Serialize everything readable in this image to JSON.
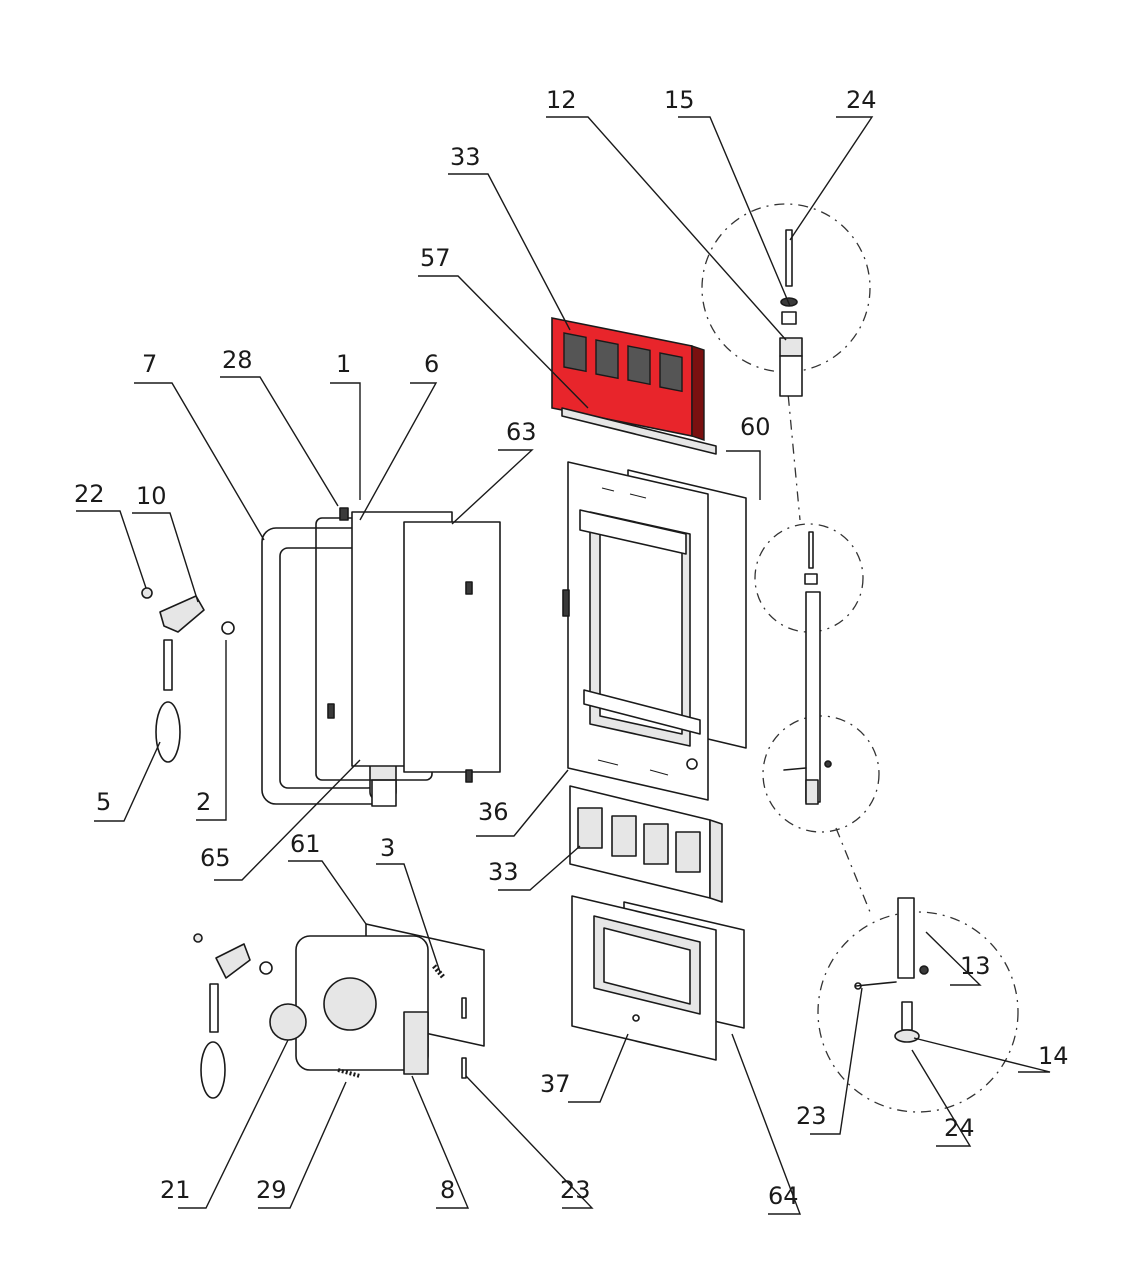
{
  "diagram": {
    "highlight_color": "#e8252b",
    "line_color": "#1a1a1a",
    "callouts": [
      {
        "id": "c12",
        "label": "12"
      },
      {
        "id": "c15",
        "label": "15"
      },
      {
        "id": "c24a",
        "label": "24"
      },
      {
        "id": "c33a",
        "label": "33"
      },
      {
        "id": "c57",
        "label": "57"
      },
      {
        "id": "c7",
        "label": "7"
      },
      {
        "id": "c28",
        "label": "28"
      },
      {
        "id": "c1",
        "label": "1"
      },
      {
        "id": "c6",
        "label": "6"
      },
      {
        "id": "c63",
        "label": "63"
      },
      {
        "id": "c60",
        "label": "60"
      },
      {
        "id": "c22",
        "label": "22"
      },
      {
        "id": "c10",
        "label": "10"
      },
      {
        "id": "c5",
        "label": "5"
      },
      {
        "id": "c2",
        "label": "2"
      },
      {
        "id": "c36",
        "label": "36"
      },
      {
        "id": "c65",
        "label": "65"
      },
      {
        "id": "c61",
        "label": "61"
      },
      {
        "id": "c3",
        "label": "3"
      },
      {
        "id": "c33b",
        "label": "33"
      },
      {
        "id": "c13",
        "label": "13"
      },
      {
        "id": "c14",
        "label": "14"
      },
      {
        "id": "c37",
        "label": "37"
      },
      {
        "id": "c23a",
        "label": "23"
      },
      {
        "id": "c24b",
        "label": "24"
      },
      {
        "id": "c21",
        "label": "21"
      },
      {
        "id": "c29",
        "label": "29"
      },
      {
        "id": "c8",
        "label": "8"
      },
      {
        "id": "c23b",
        "label": "23"
      },
      {
        "id": "c64",
        "label": "64"
      }
    ]
  }
}
